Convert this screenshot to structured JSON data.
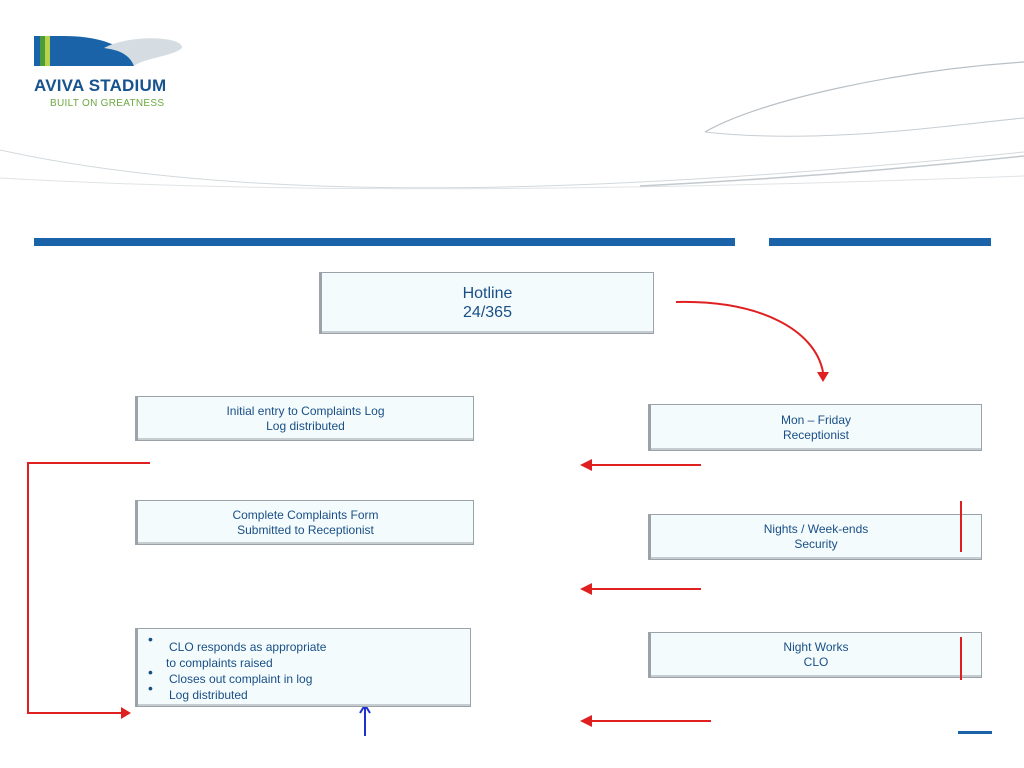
{
  "branding": {
    "name": "AVIVA STADIUM",
    "tagline": "BUILT ON GREATNESS"
  },
  "colors": {
    "brand_blue": "#1a63a8",
    "text_blue": "#1a4f86",
    "arrow_red": "#e02020",
    "arrow_blue": "#1f2fd0",
    "tag_green": "#6aa840",
    "box_fill": "#f3fbfd"
  },
  "hotline": {
    "line1": "Hotline",
    "line2": "24/365"
  },
  "process": {
    "log_entry": {
      "line1": "Initial entry to Complaints Log",
      "line2": "Log distributed"
    },
    "complaints_form": {
      "line1": "Complete Complaints Form",
      "line2": "Submitted to Receptionist"
    },
    "clo_actions": {
      "item1_line1": "CLO responds as appropriate",
      "item1_line2": "to complaints raised",
      "item2": "Closes out complaint in log",
      "item3": "Log distributed"
    }
  },
  "channels": {
    "weekday": {
      "line1": "Mon – Friday",
      "line2": "Receptionist"
    },
    "nights": {
      "line1": "Nights / Week-ends",
      "line2": "Security"
    },
    "night_works": {
      "line1": "Night Works",
      "line2": "CLO"
    }
  },
  "icons": [
    "logo-mark-icon",
    "bullet-icon",
    "arrow-icon"
  ]
}
